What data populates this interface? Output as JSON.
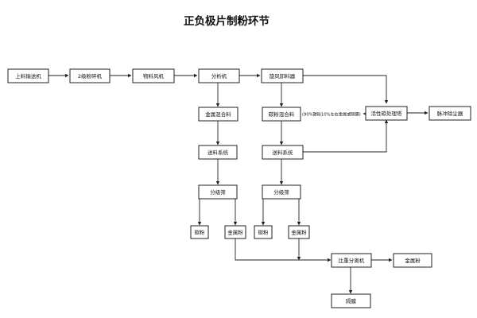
{
  "title": "正负极片制粉环节",
  "note": "(90%碳粉10%左右金属或隔膜)",
  "nodes": {
    "feeder": "上料输送机",
    "crusher2": "2级粉碎机",
    "fan": "物料风机",
    "analyzer": "分析机",
    "cyclone": "旋风卸料器",
    "metal_mix": "金属混合料",
    "carbon_mix": "碳粉混合料",
    "carbon_tower": "活性碳处理塔",
    "pulse": "脉冲除尘器",
    "conveyor_l": "送料系统",
    "conveyor_r": "送料系统",
    "screen_l": "分级筛",
    "screen_r": "分级筛",
    "carbon_l": "碳粉",
    "metal_l": "金属粉",
    "carbon_r": "碳粉",
    "metal_r": "金属粉",
    "gravity_sep": "比重分离机",
    "metal_out": "金属粉",
    "separator": "隔膜"
  }
}
